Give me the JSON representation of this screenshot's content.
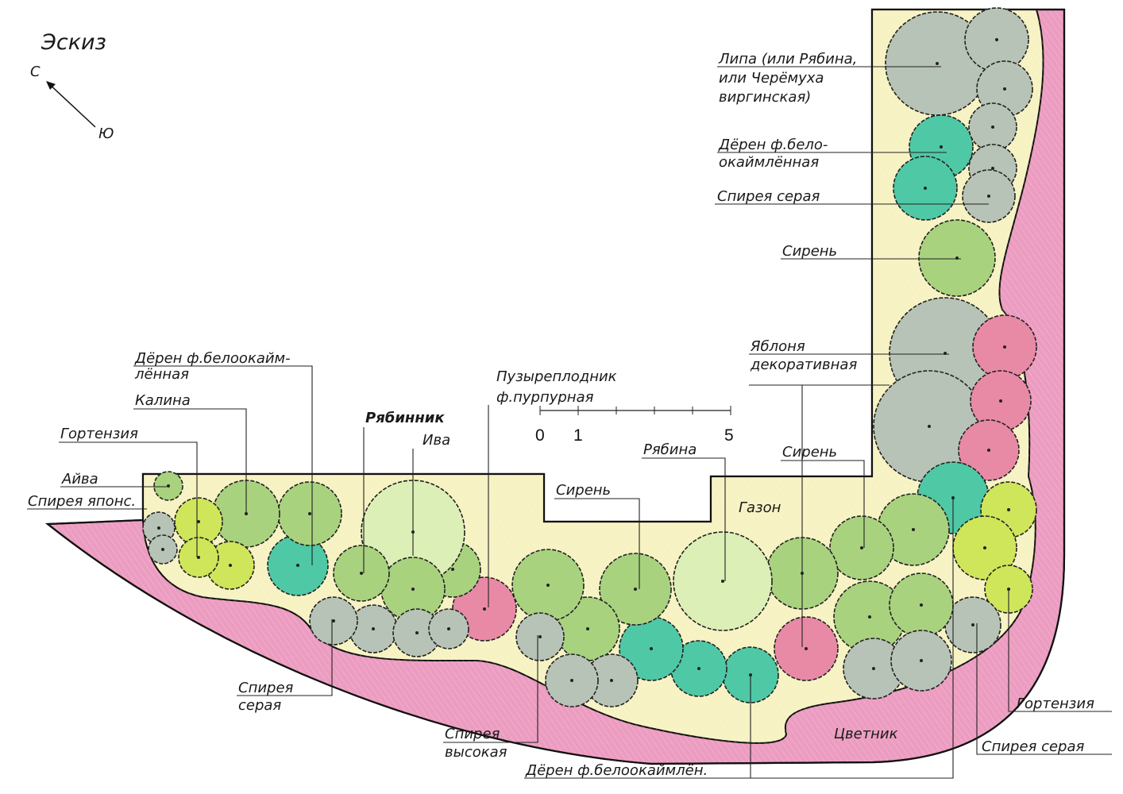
{
  "title": "Эскиз",
  "compass": {
    "north": "С",
    "south": "Ю"
  },
  "colors": {
    "lawn": "#f7f2c2",
    "flowerbed": "#ec9cc0",
    "grey_shrub": "#b7c3b6",
    "green_shrub": "#a9d27f",
    "light_green": "#dcefb6",
    "teal": "#4fc8a6",
    "pink": "#e88aa6",
    "yellow_green": "#cfe65a"
  },
  "scale": {
    "ticks": [
      "0",
      "1",
      "5"
    ]
  },
  "areas": {
    "lawn": "Газон",
    "flowerbed": "Цветник"
  },
  "labels": {
    "lipa": [
      "Липа (или Рябина,",
      "или Черёмуха",
      "виргинская)"
    ],
    "deren_top": [
      "Дёрен ф.бело-",
      "окаймлённая"
    ],
    "spirea_grey_top": "Спирея серая",
    "siren_top": "Сирень",
    "yablonya": [
      "Яблоня",
      "декоративная"
    ],
    "deren_left": [
      "Дёрен ф.белоокайм-",
      "лённая"
    ],
    "kalina": "Калина",
    "gortenzia_left": "Гортензия",
    "aiva": "Айва",
    "spirea_japan": "Спирея японс.",
    "ryabinnik": "Рябинник",
    "iva": "Ива",
    "puzyreplodnik": [
      "Пузыреплодник",
      "ф.пурпурная"
    ],
    "siren_center": "Сирень",
    "ryabina": "Рябина",
    "siren_right": "Сирень",
    "spirea_grey_bottom": [
      "Спирея",
      "серая"
    ],
    "spirea_high": [
      "Спирея",
      "высокая"
    ],
    "deren_bottom": "Дёрен ф.белоокаймлён.",
    "gortenzia_right": "Гортензия",
    "spirea_grey_right": "Спирея серая"
  }
}
